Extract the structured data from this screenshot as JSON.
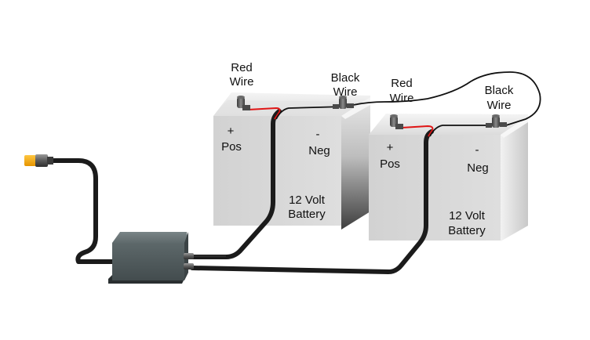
{
  "diagram": {
    "title": "Two 12 Volt batteries wired in parallel to a charger",
    "colors": {
      "background": "#ffffff",
      "battery_face": "#d6d6d6",
      "battery_top": "#e6e6e6",
      "battery_side_light": "#cfcfcf",
      "battery_side_dark": "#4a4a4a",
      "cable": "#1b1b1b",
      "red_wire": "#e01515",
      "black_wire": "#111111",
      "charger_box": "#4f5a5c",
      "connector_tip": "#f2a700"
    },
    "battery_1": {
      "red_wire_label_line1": "Red",
      "red_wire_label_line2": "Wire",
      "black_wire_label_line1": "Black",
      "black_wire_label_line2": "Wire",
      "pos_symbol": "+",
      "pos_label": "Pos",
      "neg_symbol": "-",
      "neg_label": "Neg",
      "rating_line1": "12 Volt",
      "rating_line2": "Battery"
    },
    "battery_2": {
      "red_wire_label_line1": "Red",
      "red_wire_label_line2": "Wire",
      "black_wire_label_line1": "Black",
      "black_wire_label_line2": "Wire",
      "pos_symbol": "+",
      "pos_label": "Pos",
      "neg_symbol": "-",
      "neg_label": "Neg",
      "rating_line1": "12 Volt",
      "rating_line2": "Battery"
    },
    "components": {
      "charger": "charger-box",
      "plug": "input-plug"
    }
  }
}
